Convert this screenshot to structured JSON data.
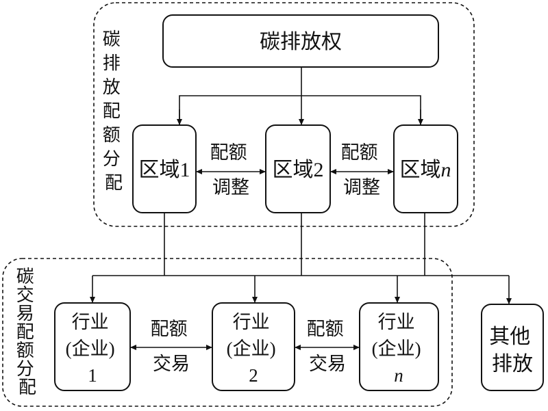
{
  "allocation_group": {
    "label": "碳排放配额分配"
  },
  "trading_group": {
    "label": "碳交易配额分配"
  },
  "root": {
    "label": "碳排放权"
  },
  "regions": [
    {
      "name": "区域",
      "suffix": "1"
    },
    {
      "name": "区域",
      "suffix": "2"
    },
    {
      "name": "区域",
      "suffix": "n"
    }
  ],
  "region_adjustment": {
    "line1": "配额",
    "line2": "调整"
  },
  "industries": [
    {
      "line1": "行业",
      "line2": "(企业)",
      "line3": "1"
    },
    {
      "line1": "行业",
      "line2": "(企业)",
      "line3": "2"
    },
    {
      "line1": "行业",
      "line2": "(企业)",
      "line3": "n"
    }
  ],
  "quota_trade": {
    "line1": "配额",
    "line2": "交易"
  },
  "other": {
    "line1": "其他",
    "line2": "排放"
  }
}
